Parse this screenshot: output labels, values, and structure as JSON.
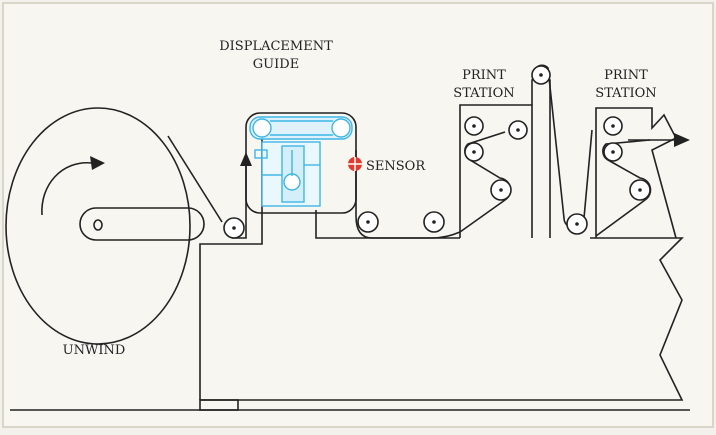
{
  "labels": {
    "displacement_guide_line1": "DISPLACEMENT",
    "displacement_guide_line2": "GUIDE",
    "sensor": "SENSOR",
    "print_station_1_line1": "PRINT",
    "print_station_1_line2": "STATION",
    "print_station_2_line1": "PRINT",
    "print_station_2_line2": "STATION",
    "unwind": "UNWIND"
  },
  "colors": {
    "background": "#f2f1ec",
    "border": "#d8d6c8",
    "line": "#222222",
    "guide_highlight": "#3fb6e6",
    "sensor": "#e23a2e"
  }
}
